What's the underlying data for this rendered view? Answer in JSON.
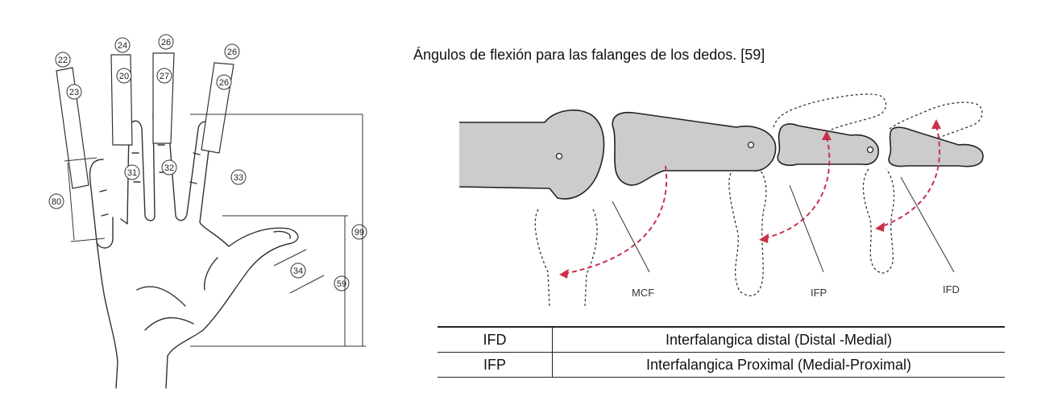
{
  "caption": "Ángulos de flexión para las falanges de los dedos. [59]",
  "hand": {
    "finger_widths": [
      "22",
      "24",
      "26",
      "26"
    ],
    "finger_inner_widths": [
      "23",
      "20",
      "27",
      "26"
    ],
    "finger_lengths": [
      "80",
      "31",
      "32",
      "33"
    ],
    "thumb_width": "34",
    "palm_length": "59",
    "total_length": "99"
  },
  "joints": {
    "mcf": "MCF",
    "ifp": "IFP",
    "ifd": "IFD"
  },
  "legend": [
    {
      "abbr": "IFD",
      "desc": "Interfalangica distal (Distal -Medial)"
    },
    {
      "abbr": "IFP",
      "desc": "Interfalangica Proximal (Medial-Proximal)"
    }
  ],
  "colors": {
    "bone_fill": "#cccccc",
    "arrow": "#c9314a",
    "line": "#222222"
  }
}
